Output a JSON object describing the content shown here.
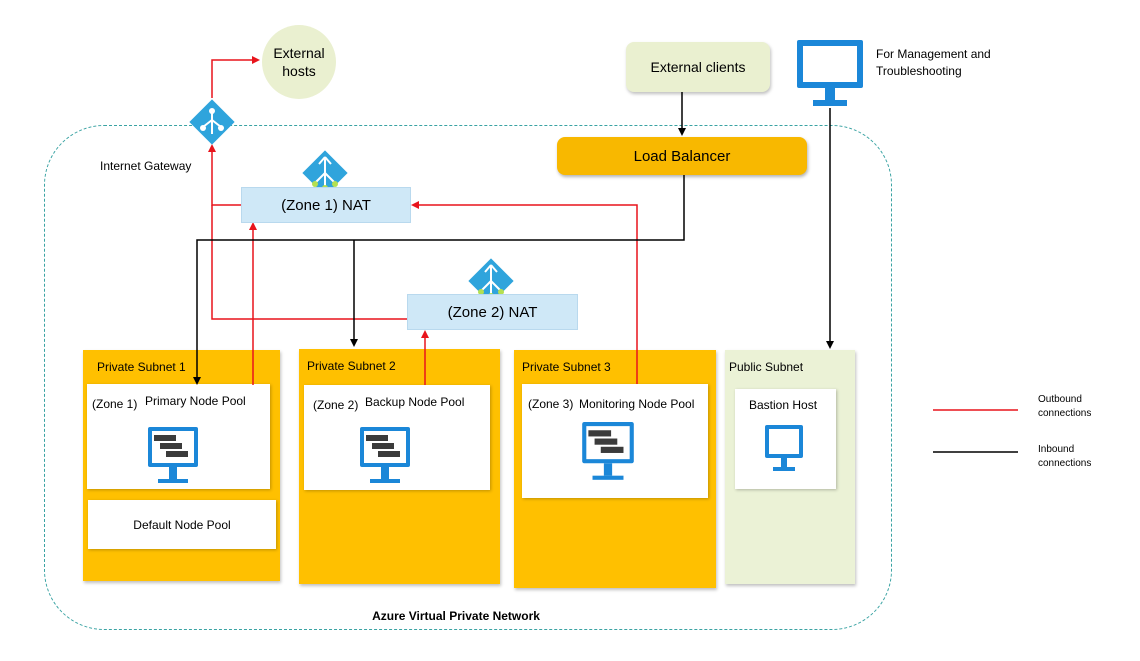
{
  "network": {
    "label": "Azure Virtual Private Network"
  },
  "external_hosts": {
    "label": "External\nhosts"
  },
  "external_clients": {
    "label": "External clients"
  },
  "management": {
    "label": "For Management and Troubleshooting"
  },
  "internet_gateway": {
    "label": "Internet Gateway"
  },
  "load_balancer": {
    "label": "Load Balancer"
  },
  "nat1": {
    "label": "(Zone 1) NAT"
  },
  "nat2": {
    "label": "(Zone 2) NAT"
  },
  "subnets": [
    {
      "label": "Private Subnet 1",
      "zone": "(Zone 1)",
      "pool": "Primary Node Pool",
      "extra_pool": "Default Node Pool"
    },
    {
      "label": "Private Subnet 2",
      "zone": "(Zone 2)",
      "pool": "Backup Node Pool"
    },
    {
      "label": "Private Subnet 3",
      "zone": "(Zone 3)",
      "pool": "Monitoring Node Pool"
    },
    {
      "label": "Public Subnet",
      "pool": "Bastion Host"
    }
  ],
  "legend": {
    "outbound": {
      "label": "Outbound connections",
      "color": "#e8141c"
    },
    "inbound": {
      "label": "Inbound connections",
      "color": "#000000"
    }
  },
  "colors": {
    "subnet": "#ffc000",
    "public_subnet": "#ebf2d6",
    "nat": "#cfe8f7",
    "azure_blue": "#1b87d8",
    "vnet_border": "#3aa3a3"
  },
  "icons": {
    "gateway": "router-diamond-icon",
    "nat": "nat-diamond-icon",
    "monitor": "monitor-icon",
    "vm_scale_set": "vm-scale-set-icon"
  }
}
